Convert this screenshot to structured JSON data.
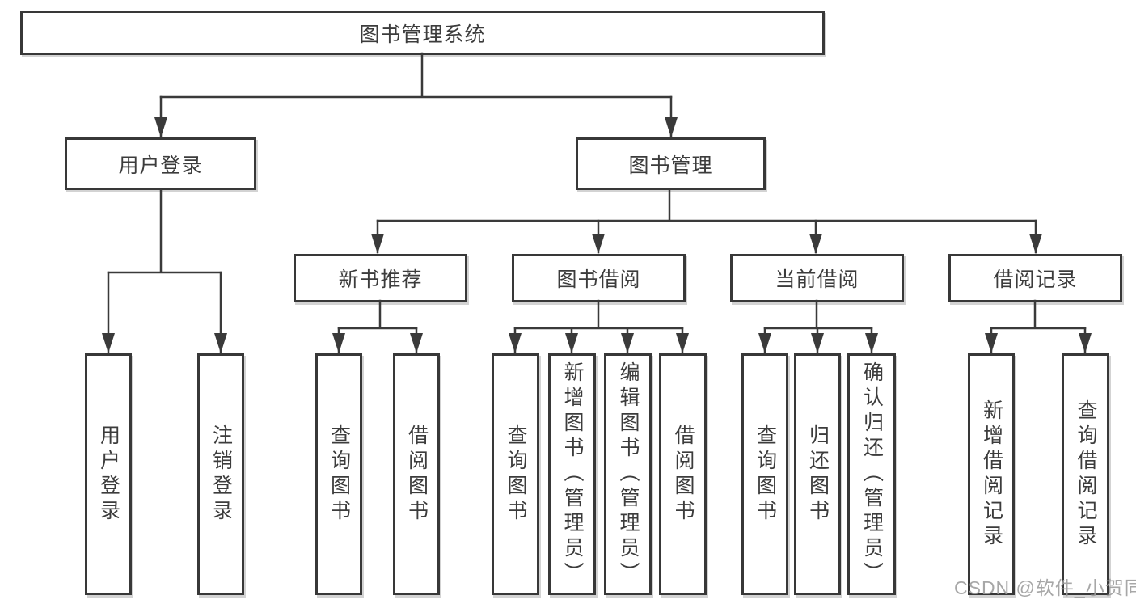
{
  "watermark": "CSDN @软件_小贺同学",
  "colors": {
    "line": "#3a3a3a",
    "border": "#383838",
    "text": "#3c3c3c",
    "watermark": "#9e9e9e",
    "background": "#ffffff"
  },
  "tree": {
    "root": {
      "label": "图书管理系统"
    },
    "branches": [
      {
        "label": "用户登录",
        "children": [
          {
            "label": "用户登录"
          },
          {
            "label": "注销登录"
          }
        ]
      },
      {
        "label": "图书管理",
        "children": [
          {
            "label": "新书推荐",
            "children": [
              {
                "label": "查询图书"
              },
              {
                "label": "借阅图书"
              }
            ]
          },
          {
            "label": "图书借阅",
            "children": [
              {
                "label": "查询图书"
              },
              {
                "label": "新增图书（管理员）"
              },
              {
                "label": "编辑图书（管理员）"
              },
              {
                "label": "借阅图书"
              }
            ]
          },
          {
            "label": "当前借阅",
            "children": [
              {
                "label": "查询图书"
              },
              {
                "label": "归还图书"
              },
              {
                "label": "确认归还（管理员）"
              }
            ]
          },
          {
            "label": "借阅记录",
            "children": [
              {
                "label": "新增借阅记录"
              },
              {
                "label": "查询借阅记录"
              }
            ]
          }
        ]
      }
    ]
  }
}
